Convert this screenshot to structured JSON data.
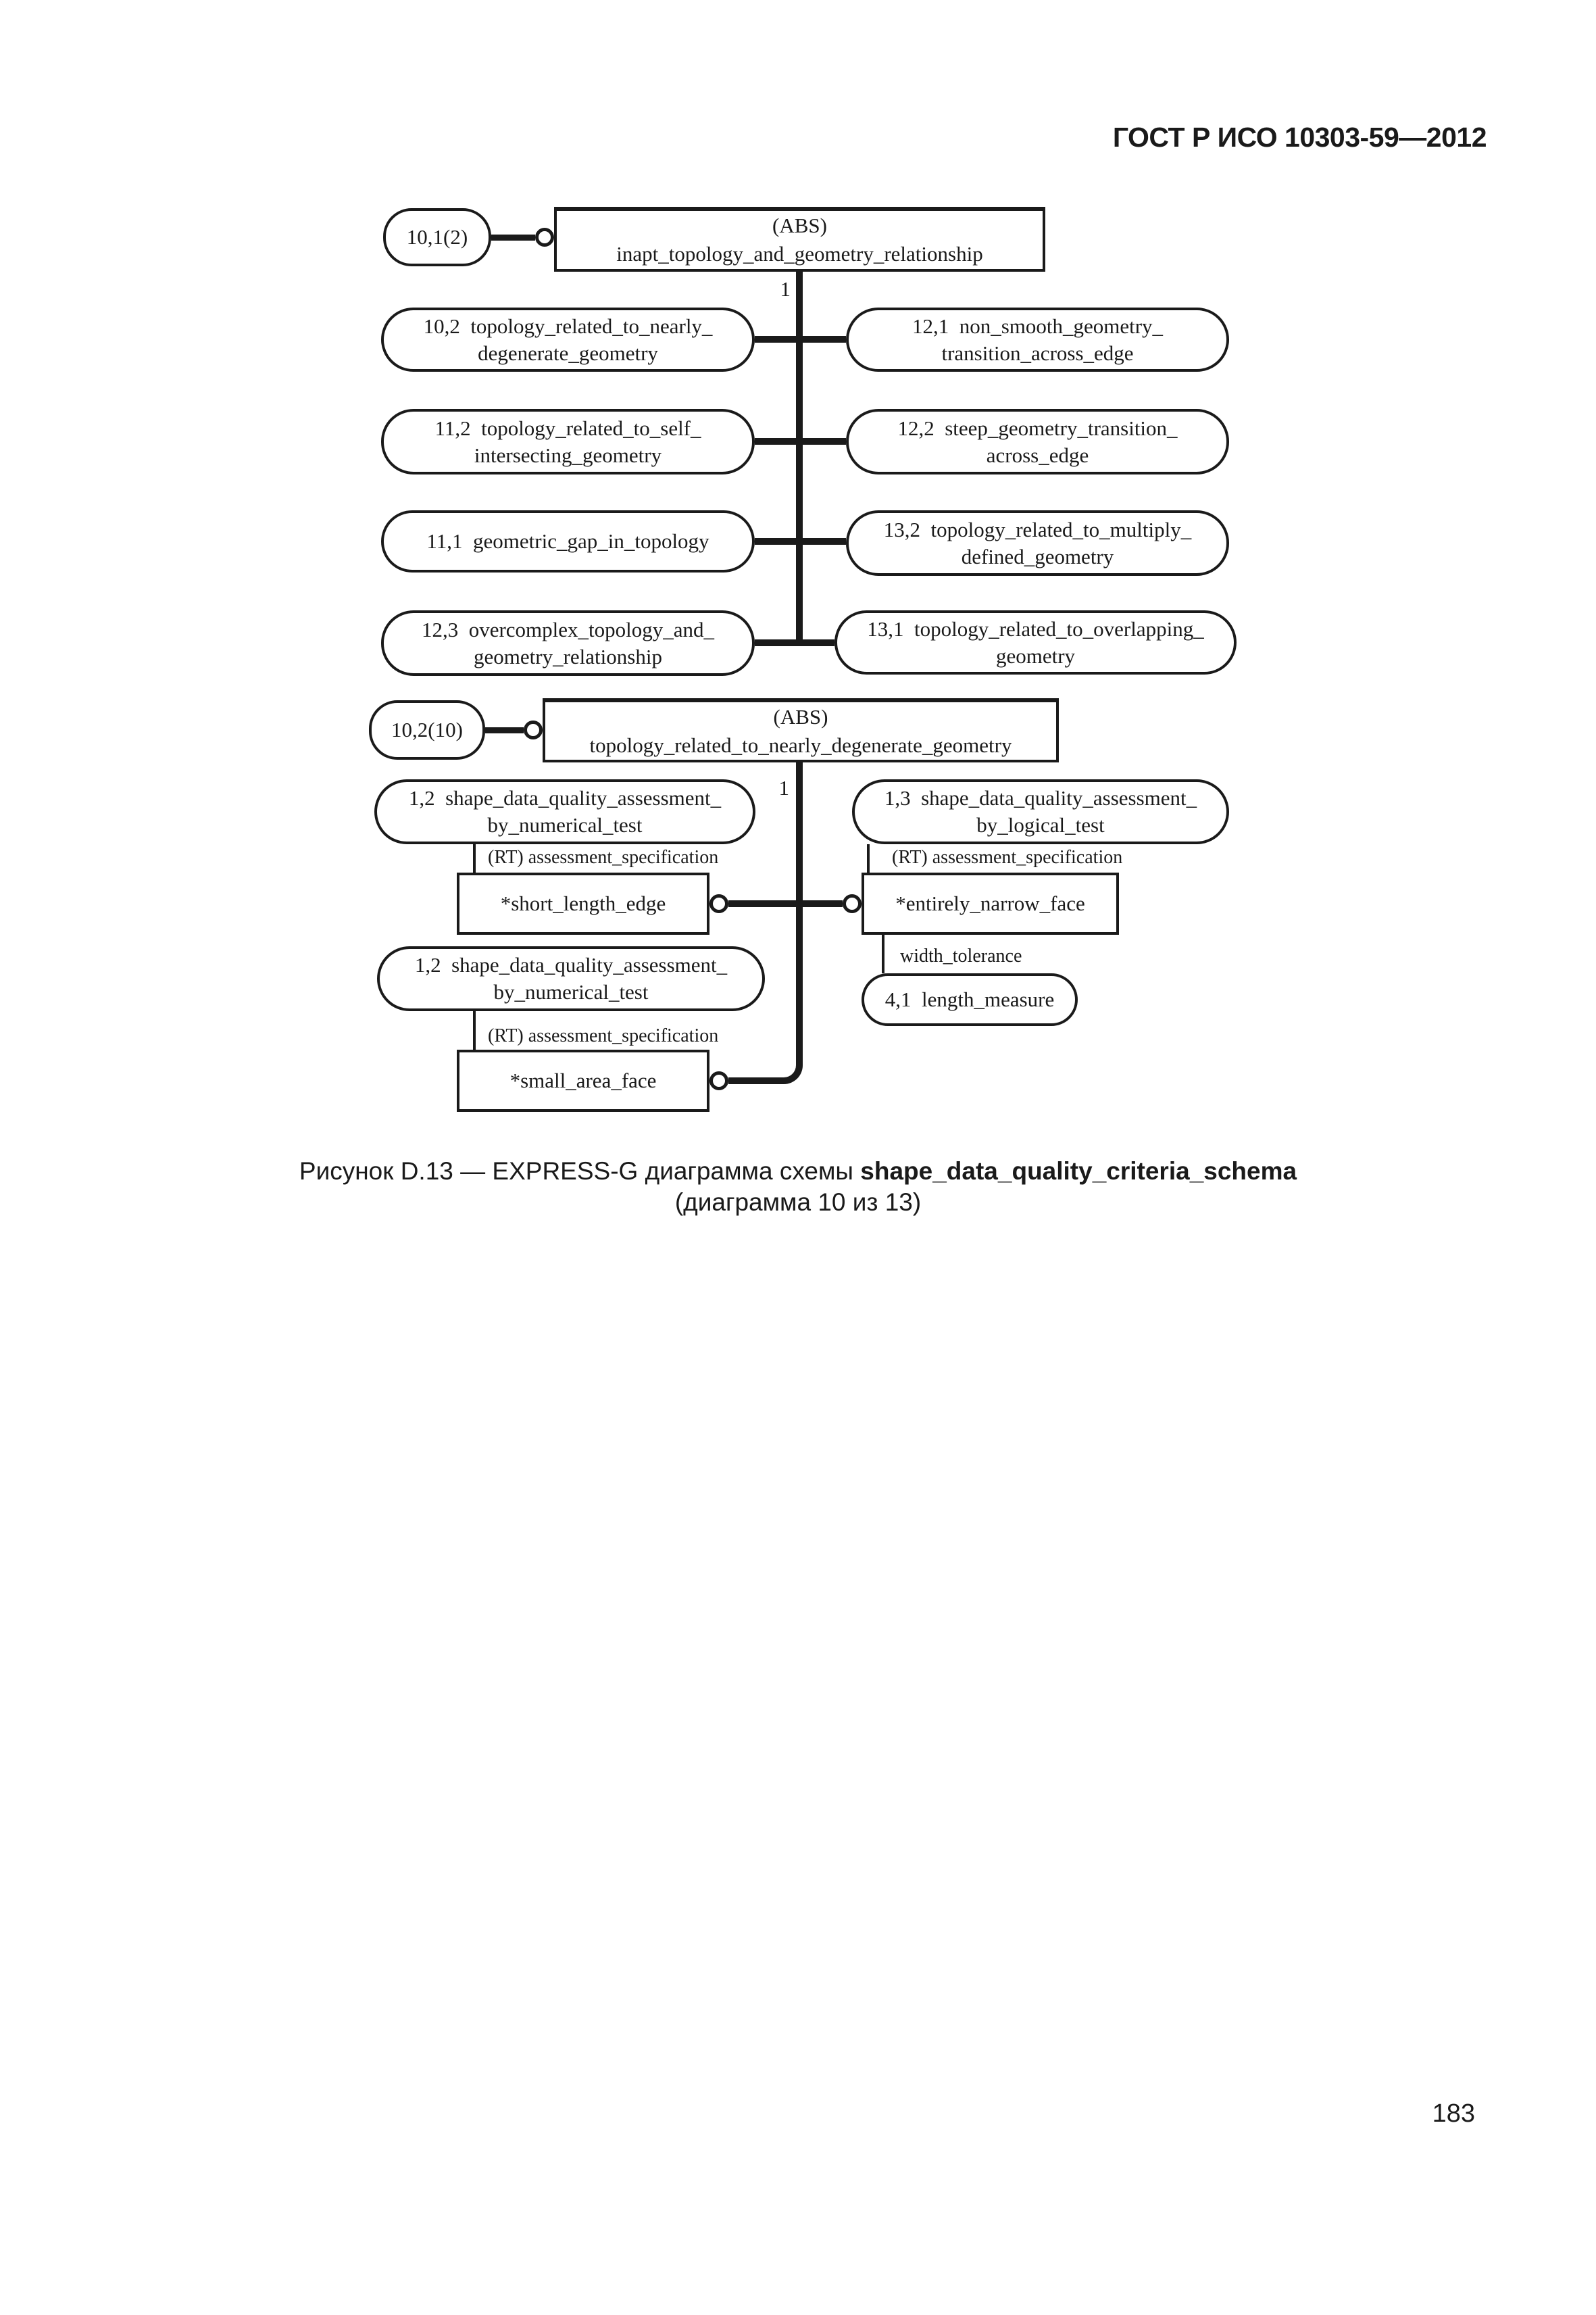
{
  "page": {
    "header": "ГОСТ Р ИСО 10303-59—2012",
    "page_number": "183"
  },
  "colors": {
    "ink": "#1a1a1a",
    "paper": "#ffffff"
  },
  "diagram": {
    "section1": {
      "page_ref": "10,1(2)",
      "abs_label": "(ABS)",
      "abs_entity": "inapt_topology_and_geometry_relationship",
      "cardinality": "1",
      "left_nodes": [
        {
          "line1": "10,2  topology_related_to_nearly_",
          "line2": "degenerate_geometry"
        },
        {
          "line1": "11,2  topology_related_to_self_",
          "line2": "intersecting_geometry"
        },
        {
          "line1": "11,1  geometric_gap_in_topology"
        },
        {
          "line1": "12,3  overcomplex_topology_and_",
          "line2": "geometry_relationship"
        }
      ],
      "right_nodes": [
        {
          "line1": "12,1  non_smooth_geometry_",
          "line2": "transition_across_edge"
        },
        {
          "line1": "12,2  steep_geometry_transition_",
          "line2": "across_edge"
        },
        {
          "line1": "13,2  topology_related_to_multiply_",
          "line2": "defined_geometry"
        },
        {
          "line1": "13,1  topology_related_to_overlapping_",
          "line2": "geometry"
        }
      ]
    },
    "section2": {
      "page_ref": "10,2(10)",
      "abs_label": "(ABS)",
      "abs_entity": "topology_related_to_nearly_degenerate_geometry",
      "cardinality": "1",
      "left_branch": {
        "test_line1": "1,2  shape_data_quality_assessment_",
        "test_line2": "by_numerical_test",
        "relation": "(RT) assessment_specification",
        "entity": "*short_length_edge"
      },
      "right_branch": {
        "test_line1": "1,3  shape_data_quality_assessment_",
        "test_line2": "by_logical_test",
        "relation": "(RT) assessment_specification",
        "entity": "*entirely_narrow_face",
        "attribute": "width_tolerance",
        "measure_node": "4,1  length_measure"
      },
      "bottom_branch": {
        "test_line1": "1,2  shape_data_quality_assessment_",
        "test_line2": "by_numerical_test",
        "relation": "(RT) assessment_specification",
        "entity": "*small_area_face"
      }
    }
  },
  "caption": {
    "line1_regular": "Рисунок D.13 — EXPRESS-G диаграмма схемы ",
    "line1_bold": "shape_data_quality_criteria_schema",
    "line2": "(диаграмма 10 из 13)"
  }
}
